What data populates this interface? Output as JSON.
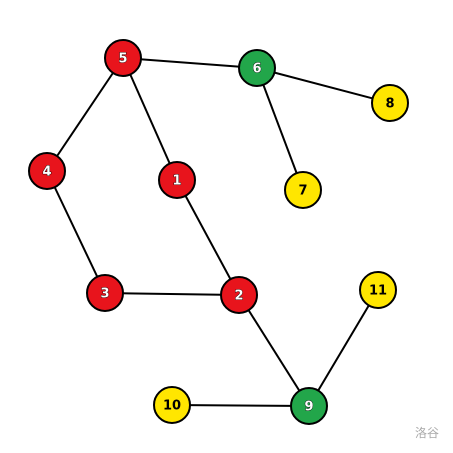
{
  "graph": {
    "colors": {
      "red": "#e8141c",
      "green": "#22a64a",
      "yellow": "#ffe600",
      "edge": "#000000"
    },
    "nodes": [
      {
        "id": "1",
        "label": "1",
        "color": "red"
      },
      {
        "id": "2",
        "label": "2",
        "color": "red"
      },
      {
        "id": "3",
        "label": "3",
        "color": "red"
      },
      {
        "id": "4",
        "label": "4",
        "color": "red"
      },
      {
        "id": "5",
        "label": "5",
        "color": "red"
      },
      {
        "id": "6",
        "label": "6",
        "color": "green"
      },
      {
        "id": "7",
        "label": "7",
        "color": "yellow"
      },
      {
        "id": "8",
        "label": "8",
        "color": "yellow"
      },
      {
        "id": "9",
        "label": "9",
        "color": "green"
      },
      {
        "id": "10",
        "label": "10",
        "color": "yellow"
      },
      {
        "id": "11",
        "label": "11",
        "color": "yellow"
      }
    ],
    "edges": [
      [
        "5",
        "6"
      ],
      [
        "6",
        "8"
      ],
      [
        "6",
        "7"
      ],
      [
        "5",
        "4"
      ],
      [
        "5",
        "1"
      ],
      [
        "4",
        "3"
      ],
      [
        "1",
        "2"
      ],
      [
        "3",
        "2"
      ],
      [
        "2",
        "9"
      ],
      [
        "10",
        "9"
      ],
      [
        "11",
        "9"
      ]
    ]
  },
  "watermark": "洛谷"
}
